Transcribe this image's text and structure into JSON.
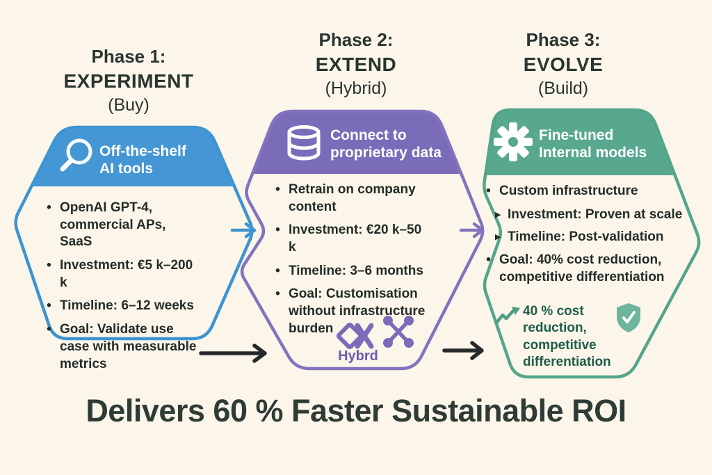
{
  "colors": {
    "background": "#FBF6E9",
    "phase1_fill": "#4497D4",
    "phase1_stroke": "#3E93D1",
    "phase2_fill": "#7A6CB8",
    "phase2_stroke": "#8273BE",
    "phase3_fill": "#58A88F",
    "phase3_stroke": "#54A58C",
    "body_text": "#242C2A",
    "title_text": "#2A3431",
    "headline_text": "#2E3B36",
    "highlight_green": "#1F5C4A",
    "hybrid_label": "#6A5AAE",
    "arrow_black": "#26292B",
    "white": "#FFFFFF"
  },
  "headline": "Delivers 60 % Faster Sustainable ROI",
  "phases": [
    {
      "title_line1": "Phase 1:",
      "title_line2": "EXPERIMENT",
      "title_line3": "(Buy)",
      "header_icon": "magnifier-icon",
      "header_line1": "Off-the-shelf",
      "header_line2": "AI tools",
      "bullets": [
        {
          "marker": "•",
          "text": "OpenAI GPT-4, commercial APs, SaaS"
        },
        {
          "marker": "•",
          "text": "Investment: €5 k–200 k"
        },
        {
          "marker": "•",
          "text": "Timeline: 6–12 weeks"
        },
        {
          "marker": "•",
          "text": "Goal: Validate use case with measurable metrics"
        }
      ]
    },
    {
      "title_line1": "Phase 2:",
      "title_line2": "EXTEND",
      "title_line3": "(Hybrid)",
      "header_icon": "database-icon",
      "header_line1": "Connect to",
      "header_line2": "proprietary data",
      "bullets": [
        {
          "marker": "•",
          "text": "Retrain on company content"
        },
        {
          "marker": "•",
          "text": "Investment: €20 k–50 k"
        },
        {
          "marker": "•",
          "text": "Timeline: 3–6 months"
        },
        {
          "marker": "•",
          "text": "Goal: Customisation without infrastructure burden"
        }
      ],
      "footer_icons": [
        "hybrid-shapes-icon",
        "network-nodes-icon"
      ],
      "footer_label": "Hybrd"
    },
    {
      "title_line1": "Phase 3:",
      "title_line2": "EVOLVE",
      "title_line3": "(Build)",
      "header_icon": "gear-icon",
      "header_line1": "Fine-tuned",
      "header_line2": "Internal models",
      "bullets": [
        {
          "marker": "•",
          "text": "Custom infrastructure"
        },
        {
          "marker": "▸",
          "text": "Investment: Proven at scale"
        },
        {
          "marker": "▸",
          "text": "Timeline: Post-validation"
        },
        {
          "marker": "•",
          "text": "Goal: 40% cost reduction, competitive differentiation"
        }
      ],
      "highlight_icon": "trend-up-icon",
      "highlight_text": "40 % cost reduction, competitive differentiation",
      "badge_icon": "shield-check-icon"
    }
  ]
}
